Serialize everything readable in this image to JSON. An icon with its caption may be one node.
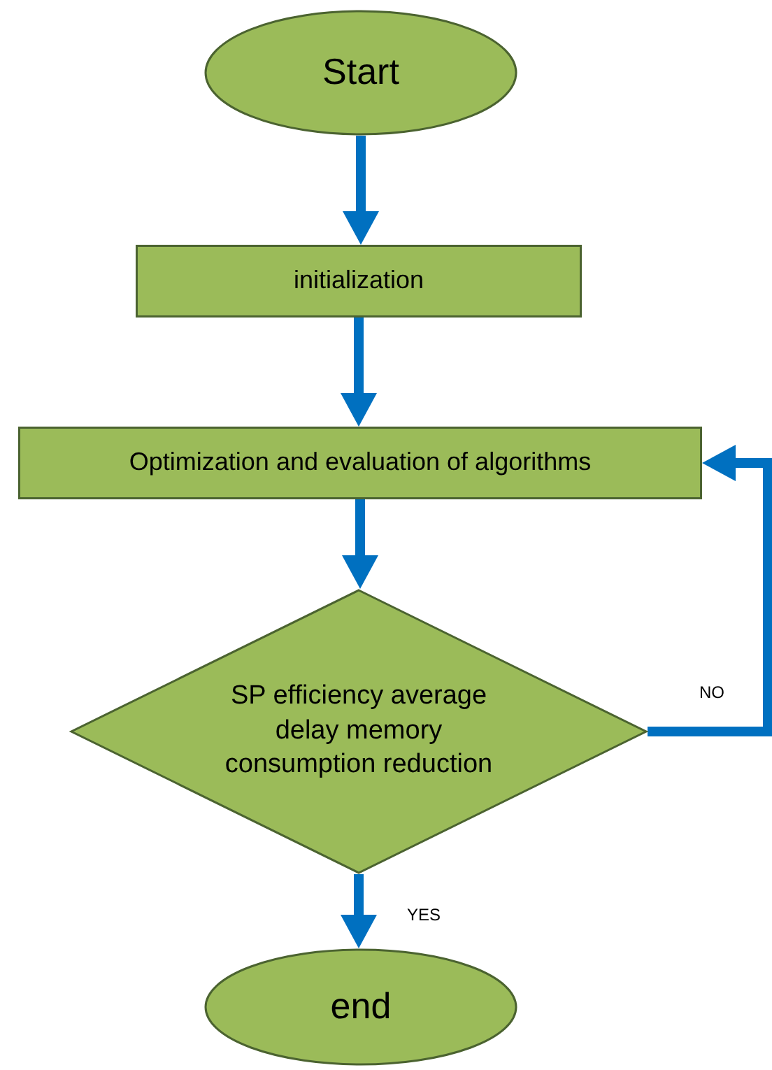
{
  "diagram": {
    "nodes": [
      {
        "text": [
          "Start"
        ]
      },
      {
        "text": [
          "initialization"
        ]
      },
      {
        "text": [
          "Optimization and evaluation of algorithms"
        ]
      },
      {
        "text": [
          "SP efficiency average delay memory consumption reduction"
        ]
      },
      {
        "text": [
          "end"
        ]
      }
    ],
    "edges": [
      {
        "from": 0,
        "to": 1,
        "arrow": "to"
      },
      {
        "from": 1,
        "to": 2,
        "arrow": "to"
      },
      {
        "from": 2,
        "to": 3,
        "arrow": "to"
      },
      {
        "from": 3,
        "to": 2,
        "arrow": "to",
        "label": "NO"
      },
      {
        "from": 3,
        "to": 4,
        "arrow": "to",
        "label": "YES"
      }
    ]
  }
}
